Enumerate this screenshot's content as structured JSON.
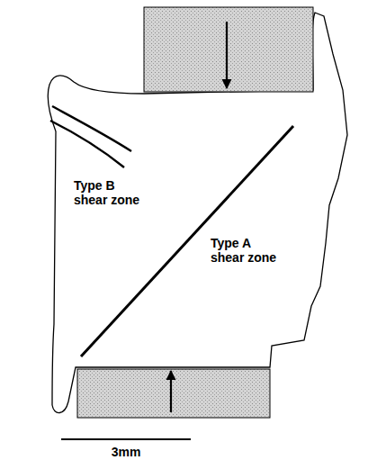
{
  "diagram": {
    "labels": [
      "Type B shear zone",
      "Type A shear zone",
      "3mm"
    ]
  }
}
